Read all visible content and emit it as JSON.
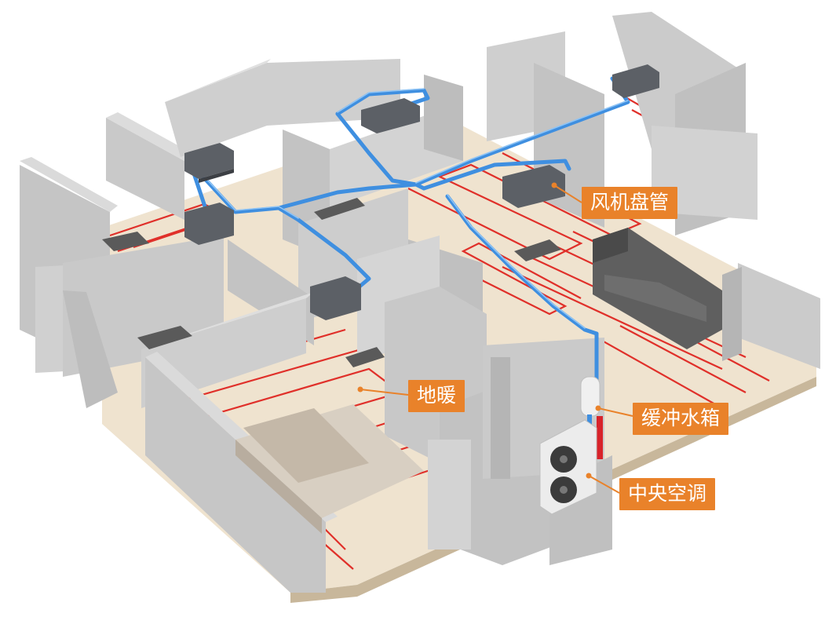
{
  "labels": {
    "fan_coil": "风机盘管",
    "floor_heating": "地暖",
    "buffer_tank": "缓冲水箱",
    "central_ac": "中央空调"
  },
  "colors": {
    "callout_bg": "#e9822a",
    "callout_text": "#ffffff",
    "duct_blue": "#3f8fe0",
    "heating_pipe_red": "#e0302a",
    "floor": "#efe3cf",
    "wall_top": "#d7d7d7",
    "wall_side": "#b9b9b9",
    "wall_front": "#c8c8c8"
  },
  "icons": [
    "fan-coil-unit-icon",
    "outdoor-unit-icon",
    "buffer-tank-icon",
    "sofa-icon",
    "bed-icon"
  ]
}
